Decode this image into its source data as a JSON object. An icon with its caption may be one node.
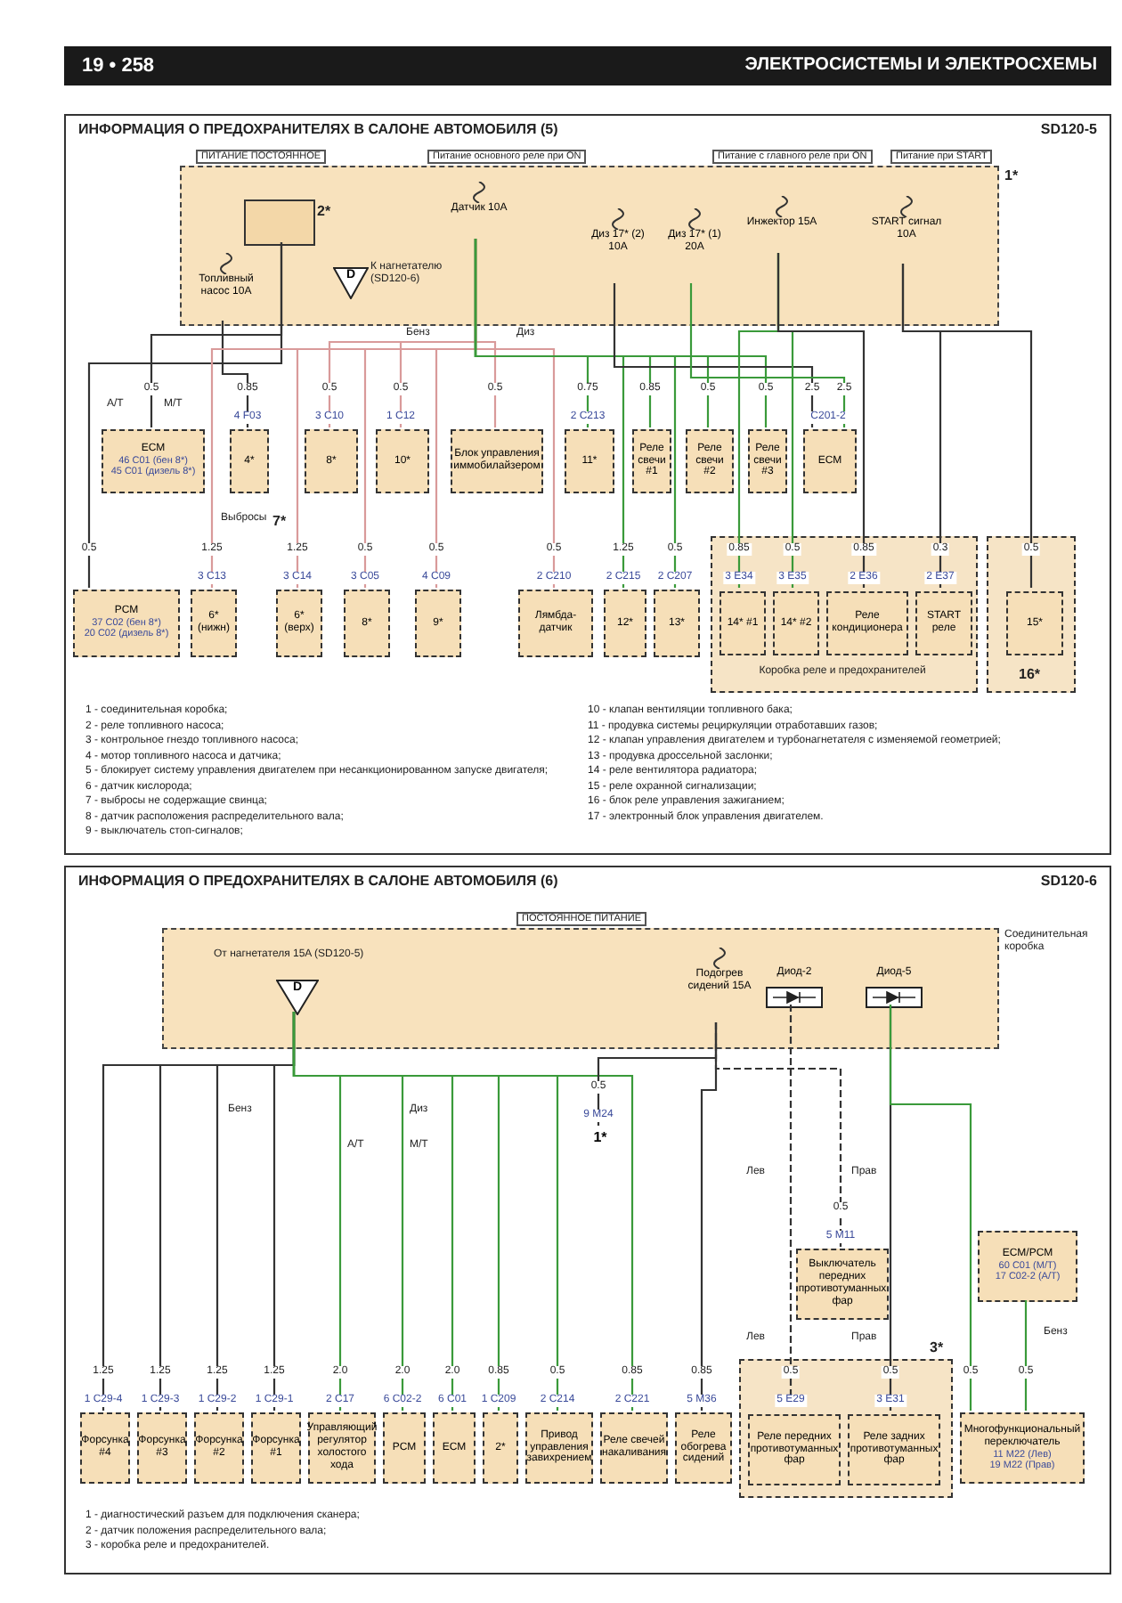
{
  "diagram": {
    "title": "ЭЛЕКТРОСИСТЕМЫ И ЭЛЕКТРОСХЕМЫ",
    "nodes": [
      {
        "text": [
          "ИНФОРМАЦИЯ О ПРЕДОХРАНИТЕЛЯХ В САЛОНЕ АВТОМОБИЛЯ (5)",
          "SD120-5"
        ]
      },
      {
        "text": [
          "ПИТАНИЕ ПОСТОЯННОЕ",
          "Питание основного реле при ON",
          "Питание с главного реле при ON",
          "Питание при START"
        ],
        "beside": [
          "1*"
        ],
        "in": 0
      },
      {
        "text": [],
        "shape": "box",
        "beside": [
          "2*"
        ],
        "in": 1
      },
      {
        "text": [
          "Топливный насос 10A"
        ],
        "in": 1
      },
      {
        "text": [
          "Датчик 10A"
        ],
        "in": 1
      },
      {
        "text": [
          "Диз 17* (2) 10A"
        ],
        "in": 1
      },
      {
        "text": [
          "Диз 17* (1) 20A"
        ],
        "in": 1
      },
      {
        "text": [
          "Инжектор 15A"
        ],
        "in": 1
      },
      {
        "text": [
          "START сигнал 10A"
        ],
        "in": 1
      },
      {
        "text": [
          "D"
        ],
        "beside": [
          "К нагнетателю (SD120-6)"
        ],
        "in": 1
      },
      {
        "text": [
          "Блок управления иммобилайзером"
        ],
        "in": 0
      },
      {
        "text": [
          "ECM"
        ],
        "beside": [
          "C201-2"
        ],
        "in": 0
      },
      {
        "text": [
          "4*"
        ],
        "beside": [
          "4 F03"
        ],
        "in": 0
      },
      {
        "text": [
          "ECM",
          "46 C01 (бен 8*)",
          "45 C01 (дизель 8*)"
        ],
        "in": 0
      },
      {
        "text": [
          "8*"
        ],
        "beside": [
          "3 C10"
        ],
        "in": 0
      },
      {
        "text": [
          "10*"
        ],
        "beside": [
          "1 C12"
        ],
        "in": 0
      },
      {
        "text": [
          "11*"
        ],
        "beside": [
          "2 C213"
        ],
        "in": 0
      },
      {
        "text": [
          "Реле свечи #1"
        ],
        "in": 0
      },
      {
        "text": [
          "Реле свечи #2"
        ],
        "in": 0
      },
      {
        "text": [
          "Реле свечи #3"
        ],
        "in": 0
      },
      {
        "text": [
          "PCM",
          "37 C02 (бен 8*)",
          "20 C02 (дизель 8*)"
        ],
        "in": 0
      },
      {
        "text": [
          "6*",
          "(нижн)"
        ],
        "beside": [
          "3 C13"
        ],
        "in": 0
      },
      {
        "text": [
          "6*",
          "(верх)"
        ],
        "beside": [
          "3 C14"
        ],
        "in": 0
      },
      {
        "text": [
          "8*"
        ],
        "beside": [
          "3 C05"
        ],
        "in": 0
      },
      {
        "text": [
          "9*"
        ],
        "beside": [
          "4 C09"
        ],
        "in": 0
      },
      {
        "text": [
          "Лямбда-датчик"
        ],
        "beside": [
          "2 C210"
        ],
        "in": 0
      },
      {
        "text": [
          "12*"
        ],
        "beside": [
          "2 C215"
        ],
        "in": 0
      },
      {
        "text": [
          "13*"
        ],
        "beside": [
          "2 C207"
        ],
        "in": 0
      },
      {
        "text": [
          "Коробка реле и предохранителей"
        ],
        "in": 0
      },
      {
        "text": [
          "14* #1"
        ],
        "beside": [
          "3 E34"
        ],
        "in": 28
      },
      {
        "text": [
          "14* #2"
        ],
        "beside": [
          "3 E35"
        ],
        "in": 28
      },
      {
        "text": [
          "Реле кондиционера"
        ],
        "beside": [
          "2 E36"
        ],
        "in": 28
      },
      {
        "text": [
          "START реле"
        ],
        "beside": [
          "2 E37"
        ],
        "in": 28
      },
      {
        "text": [
          "16*"
        ],
        "in": 0
      },
      {
        "text": [
          "15*"
        ],
        "in": 33
      },
      {
        "text": [
          "ИНФОРМАЦИЯ О ПРЕДОХРАНИТЕЛЯХ В САЛОНЕ АВТОМОБИЛЯ (6)",
          "SD120-6"
        ]
      },
      {
        "text": [
          "ПОСТОЯННОЕ ПИТАНИЕ"
        ],
        "beside": [
          "Соединительная коробка"
        ],
        "in": 35
      },
      {
        "text": [
          "D"
        ],
        "beside": [
          "От нагнетателя 15A (SD120-5)"
        ],
        "in": 36
      },
      {
        "text": [
          "Подогрев сидений 15A"
        ],
        "in": 36
      },
      {
        "text": [
          "Диод-2"
        ],
        "in": 36
      },
      {
        "text": [
          "Диод-5"
        ],
        "in": 36
      },
      {
        "text": [
          "1*"
        ],
        "beside": [
          "9 M24"
        ],
        "in": 35
      },
      {
        "text": [
          "Форсунка #4"
        ],
        "beside": [
          "1 C29-4"
        ],
        "in": 35
      },
      {
        "text": [
          "Форсунка #3"
        ],
        "beside": [
          "1 C29-3"
        ],
        "in": 35
      },
      {
        "text": [
          "Форсунка #2"
        ],
        "beside": [
          "1 C29-2"
        ],
        "in": 35
      },
      {
        "text": [
          "Форсунка #1"
        ],
        "beside": [
          "1 C29-1"
        ],
        "in": 35
      },
      {
        "text": [
          "Управляющий регулятор холостого хода"
        ],
        "beside": [
          "2 C17"
        ],
        "in": 35
      },
      {
        "text": [
          "PCM"
        ],
        "beside": [
          "6 C02-2"
        ],
        "in": 35
      },
      {
        "text": [
          "ECM"
        ],
        "beside": [
          "6 C01"
        ],
        "in": 35
      },
      {
        "text": [
          "2*"
        ],
        "beside": [
          "1 C209"
        ],
        "in": 35
      },
      {
        "text": [
          "Привод управления завихрением"
        ],
        "beside": [
          "2 C214"
        ],
        "in": 35
      },
      {
        "text": [
          "Реле свечей накаливания"
        ],
        "beside": [
          "2 C221"
        ],
        "in": 35
      },
      {
        "text": [
          "Реле обогрева сидений"
        ],
        "beside": [
          "5 M36"
        ],
        "in": 35
      },
      {
        "text": [
          "3*"
        ],
        "in": 35
      },
      {
        "text": [
          "Реле передних противотуманных фар"
        ],
        "beside": [
          "5 E29"
        ],
        "in": 53
      },
      {
        "text": [
          "Реле задних противотуманных фар"
        ],
        "beside": [
          "3 E31"
        ],
        "in": 53
      },
      {
        "text": [
          "Выключатель передних противотуманных фар"
        ],
        "beside": [
          "5 M11"
        ],
        "in": 35
      },
      {
        "text": [
          "ECM/PCM",
          "60 C01 (M/T)",
          "17 C02-2 (A/T)"
        ],
        "in": 35
      },
      {
        "text": [
          "Многофункциональный переключатель",
          "11 M22 (Лев)",
          "19 M22 (Прав)"
        ],
        "in": 35
      }
    ],
    "edges": [
      {
        "from": 3,
        "to": 12,
        "arrow": "none",
        "label": "0.85",
        "color": "#333333"
      },
      {
        "from": 2,
        "to": 13,
        "arrow": "none",
        "label": "0.5",
        "color": "#333333"
      },
      {
        "from": 2,
        "to": 20,
        "arrow": "none",
        "label": "0.5",
        "color": "#333333"
      },
      {
        "from": 4,
        "to": 10,
        "arrow": "none",
        "label": "0.5",
        "color": "#d99a9a"
      },
      {
        "from": 4,
        "to": 14,
        "arrow": "none",
        "label": "0.5",
        "color": "#d99a9a"
      },
      {
        "from": 4,
        "to": 15,
        "arrow": "none",
        "label": "0.5",
        "color": "#d99a9a"
      },
      {
        "from": 4,
        "to": 21,
        "arrow": "none",
        "label": "1.25",
        "color": "#d99a9a"
      },
      {
        "from": 4,
        "to": 22,
        "arrow": "none",
        "label": "1.25",
        "color": "#d99a9a"
      },
      {
        "from": 4,
        "to": 23,
        "arrow": "none",
        "label": "0.5",
        "color": "#d99a9a"
      },
      {
        "from": 4,
        "to": 24,
        "arrow": "none",
        "label": "0.5",
        "color": "#d99a9a"
      },
      {
        "from": 4,
        "to": 25,
        "arrow": "none",
        "label": "0.5",
        "color": "#d99a9a"
      },
      {
        "from": 4,
        "to": 16,
        "arrow": "none",
        "label": "0.75"
      },
      {
        "from": 4,
        "to": 26,
        "arrow": "none",
        "label": "1.25"
      },
      {
        "from": 4,
        "to": 27,
        "arrow": "none",
        "label": "0.5"
      },
      {
        "from": 4,
        "to": 17,
        "arrow": "none",
        "label": "0.85"
      },
      {
        "from": 4,
        "to": 18,
        "arrow": "none",
        "label": "0.5"
      },
      {
        "from": 4,
        "to": 19,
        "arrow": "none",
        "label": "0.5"
      },
      {
        "from": 5,
        "to": 11,
        "arrow": "none",
        "label": "2.5",
        "color": "#333333"
      },
      {
        "from": 6,
        "to": 11,
        "arrow": "none",
        "label": "2.5"
      },
      {
        "from": 7,
        "to": 29,
        "arrow": "none",
        "label": "0.85"
      },
      {
        "from": 7,
        "to": 30,
        "arrow": "none",
        "label": "0.5"
      },
      {
        "from": 7,
        "to": 31,
        "arrow": "none",
        "label": "0.85",
        "color": "#333333"
      },
      {
        "from": 8,
        "to": 32,
        "arrow": "none",
        "label": "0.3",
        "color": "#333333"
      },
      {
        "from": 8,
        "to": 34,
        "arrow": "none",
        "label": "0.5",
        "color": "#333333"
      },
      {
        "from": 37,
        "to": 42,
        "arrow": "none",
        "label": "1.25",
        "color": "#333333"
      },
      {
        "from": 37,
        "to": 43,
        "arrow": "none",
        "label": "1.25",
        "color": "#333333"
      },
      {
        "from": 37,
        "to": 44,
        "arrow": "none",
        "label": "1.25",
        "color": "#333333"
      },
      {
        "from": 37,
        "to": 45,
        "arrow": "none",
        "label": "1.25",
        "color": "#333333"
      },
      {
        "from": 37,
        "to": 46,
        "arrow": "none",
        "label": "2.0"
      },
      {
        "from": 37,
        "to": 47,
        "arrow": "none",
        "label": "2.0"
      },
      {
        "from": 37,
        "to": 48,
        "arrow": "none",
        "label": "2.0"
      },
      {
        "from": 37,
        "to": 49,
        "arrow": "none",
        "label": "0.85"
      },
      {
        "from": 37,
        "to": 50,
        "arrow": "none",
        "label": "0.5"
      },
      {
        "from": 37,
        "to": 51,
        "arrow": "none",
        "label": "0.85"
      },
      {
        "from": 38,
        "to": 41,
        "arrow": "none",
        "label": "0.5",
        "color": "#333333"
      },
      {
        "from": 38,
        "to": 52,
        "arrow": "none",
        "label": "0.85",
        "color": "#333333"
      },
      {
        "from": 38,
        "to": 56,
        "arrow": "none",
        "label": "0.5",
        "style": "dashed",
        "color": "#333333"
      },
      {
        "from": 39,
        "to": 54,
        "arrow": "none",
        "label": "0.5",
        "style": "dashed",
        "color": "#333333"
      },
      {
        "from": 40,
        "to": 55,
        "arrow": "none",
        "label": "0.5",
        "color": "#333333"
      },
      {
        "from": 40,
        "to": 58,
        "arrow": "none",
        "label": "0.5"
      },
      {
        "from": 57,
        "to": 58,
        "arrow": "none",
        "label": "0.5"
      }
    ],
    "labels": [
      "19 • 258",
      "Бенз",
      "Диз",
      "A/T",
      "M/T",
      "Выбросы",
      "7*",
      "1 - соединительная коробка;",
      "2 - реле топливного насоса;",
      "3 - контрольное гнездо топливного насоса;",
      "4 - мотор топливного насоса и датчика;",
      "5 - блокирует систему управления двигателем при несанкционированном запуске двигателя;",
      "6 - датчик кислорода;",
      "7 - выбросы не содержащие свинца;",
      "8 - датчик расположения распределительного вала;",
      "9 - выключатель стоп-сигналов;",
      "10 - клапан вентиляции топливного бака;",
      "11 - продувка системы рециркуляции отработавших газов;",
      "12 - клапан управления двигателем и турбонагнетателя с изменяемой геометрией;",
      "13 - продувка дроссельной заслонки;",
      "14 - реле вентилятора радиатора;",
      "15 - реле охранной сигнализации;",
      "16 - блок реле управления зажиганием;",
      "17 - электронный блок управления двигателем.",
      "Бенз",
      "Диз",
      "A/T",
      "M/T",
      "Лев",
      "Прав",
      "Лев",
      "Прав",
      "Бенз",
      "1 - диагностический разъем для подключения сканера;",
      "2 - датчик положения распределительного вала;",
      "3 - коробка реле и предохранителей."
    ]
  }
}
